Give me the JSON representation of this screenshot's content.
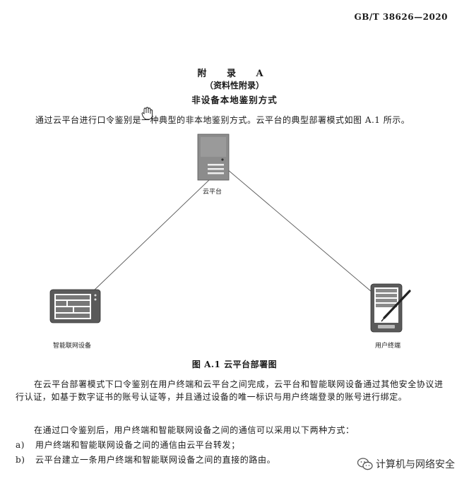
{
  "header": {
    "standard_number": "GB/T 38626—2020"
  },
  "annex": {
    "title": "附 录 A",
    "subtitle": "（资料性附录）",
    "heading": "非设备本地鉴别方式"
  },
  "intro_text": "通过云平台进行口令鉴别是一种典型的非本地鉴别方式。云平台的典型部署模式如图 A.1 所示。",
  "diagram": {
    "nodes": {
      "cloud": "云平台",
      "device": "智能联网设备",
      "terminal": "用户终端"
    },
    "caption": "图 A.1   云平台部署图"
  },
  "paragraphs": {
    "p1": "在云平台部署模式下口令鉴别在用户终端和云平台之间完成，云平台和智能联网设备通过其他安全协议进行认证，如基于数字证书的账号认证等，并且通过设备的唯一标识与用户终端登录的账号进行绑定。",
    "p2": "在通过口令鉴别后，用户终端和智能联网设备之间的通信可以采用以下两种方式："
  },
  "list": [
    {
      "marker": "a)",
      "text": "用户终端和智能联网设备之间的通信由云平台转发；"
    },
    {
      "marker": "b)",
      "text": "云平台建立一条用户终端和智能联网设备之间的直接的路由。"
    }
  ],
  "watermark": {
    "text": "计算机与网络安全",
    "icon": "wechat-icon"
  }
}
